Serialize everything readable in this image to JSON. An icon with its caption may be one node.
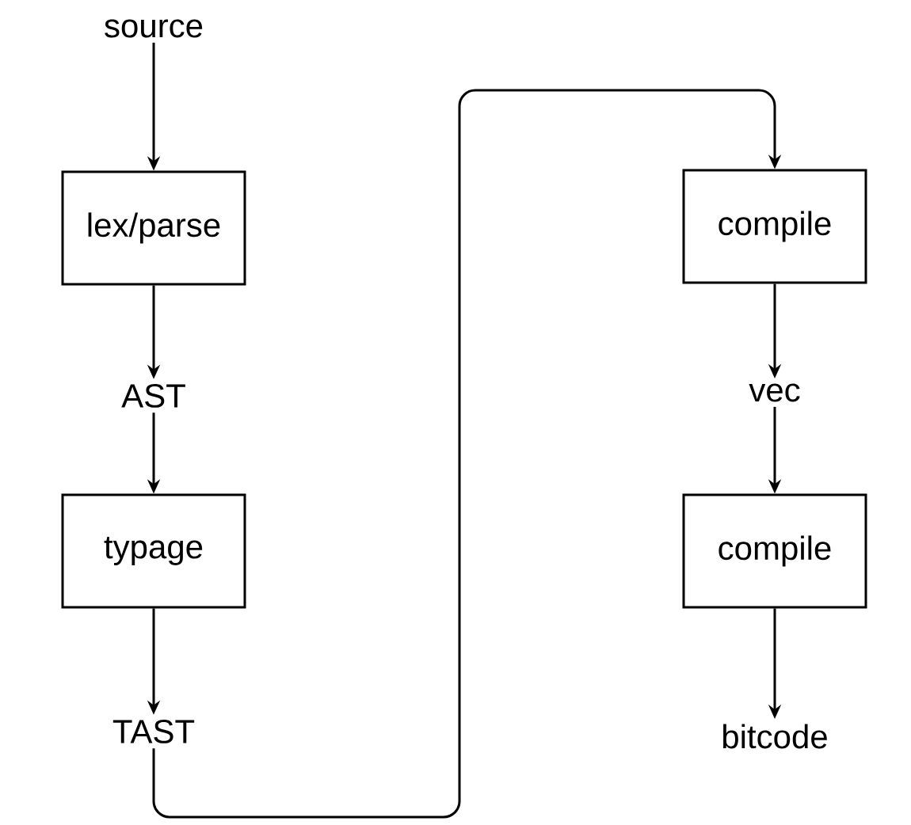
{
  "diagram": {
    "nodes": [
      {
        "text": [
          "source"
        ]
      },
      {
        "text": [
          "lex/parse"
        ]
      },
      {
        "text": [
          "AST"
        ]
      },
      {
        "text": [
          "typage"
        ]
      },
      {
        "text": [
          "TAST"
        ]
      },
      {
        "text": [
          "compile"
        ]
      },
      {
        "text": [
          "vec"
        ]
      },
      {
        "text": [
          "compile"
        ]
      },
      {
        "text": [
          "bitcode"
        ]
      }
    ],
    "edges": [
      {
        "from": 0,
        "to": 1,
        "arrow": "to"
      },
      {
        "from": 1,
        "to": 2,
        "arrow": "to"
      },
      {
        "from": 2,
        "to": 3,
        "arrow": "to"
      },
      {
        "from": 3,
        "to": 4,
        "arrow": "to"
      },
      {
        "from": 4,
        "to": 5,
        "arrow": "to"
      },
      {
        "from": 5,
        "to": 6,
        "arrow": "to"
      },
      {
        "from": 6,
        "to": 7,
        "arrow": "to"
      },
      {
        "from": 7,
        "to": 8,
        "arrow": "to"
      }
    ]
  }
}
